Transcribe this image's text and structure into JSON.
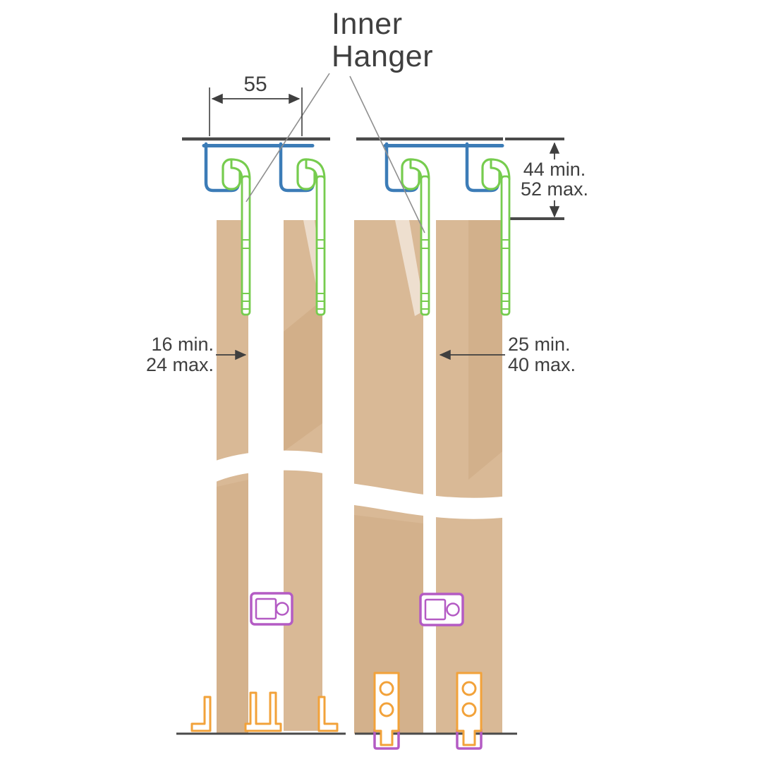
{
  "title": {
    "line1": "Inner",
    "line2": "Hanger"
  },
  "dimensions": {
    "track_spacing": "55",
    "drop_min": "44 min.",
    "drop_max": "52 max.",
    "left_door_min": "16 min.",
    "left_door_max": "24 max.",
    "right_door_min": "25 min.",
    "right_door_max": "40 max."
  },
  "colors": {
    "ink": "#3f3f3f",
    "structure_gray": "#4a4a4a",
    "leader_gray": "#8f8f8f",
    "track_blue": "#3c7cb7",
    "hanger_green": "#76cc4e",
    "panel_tan": "#d9b996",
    "panel_tan_dark": "#c39c6f",
    "guide_purple": "#b45bc4",
    "bracket_orange": "#f2a23a"
  }
}
